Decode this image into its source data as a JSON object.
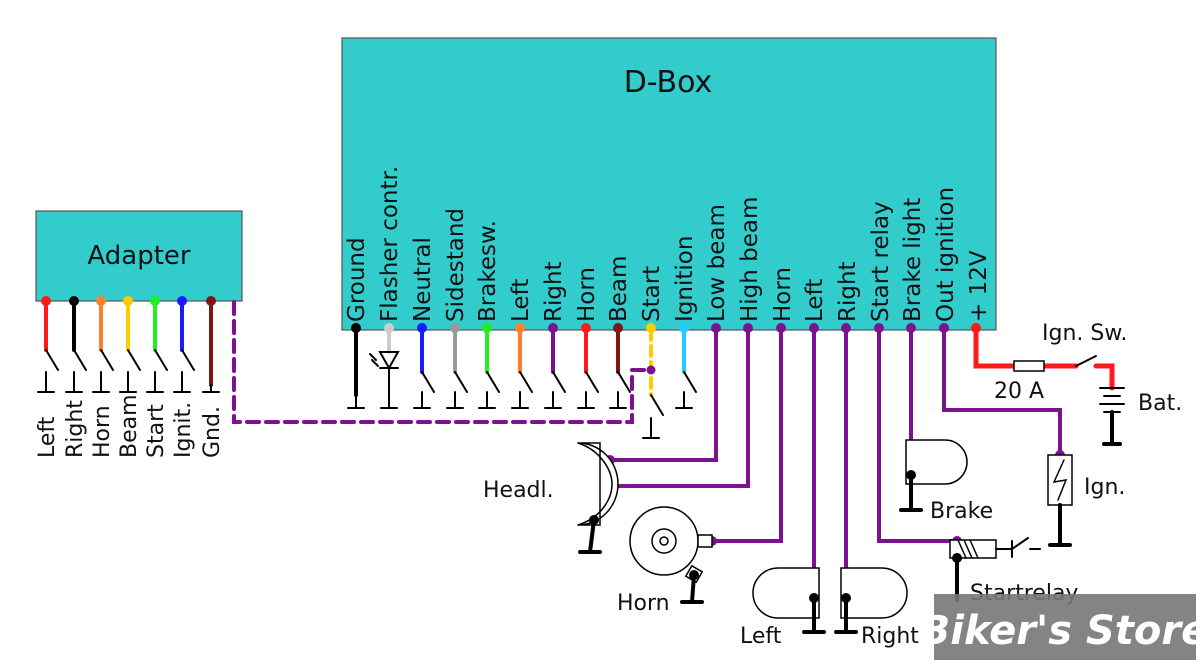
{
  "colors": {
    "box": "#33cccc",
    "purple": "#7b138f",
    "red": "#ff1a1a",
    "black": "#000000",
    "orange": "#ff7f2a",
    "yellow": "#ffcc00",
    "green": "#22ee22",
    "blue": "#1a1aff",
    "maroon": "#801515",
    "grey": "#999999",
    "lightgrey": "#cccccc",
    "cyan": "#22ccff"
  },
  "dbox": {
    "title": "D-Box",
    "pins": [
      "Ground",
      "Flasher contr.",
      "Neutral",
      "Sidestand",
      "Brakesw.",
      "Left",
      "Right",
      "Horn",
      "Beam",
      "Start",
      "Ignition",
      "Low beam",
      "High beam",
      "Horn",
      "Left",
      "Right",
      "Start relay",
      "Brake light",
      "Out ignition",
      "+ 12V"
    ]
  },
  "adapter": {
    "title": "Adapter",
    "pins": [
      "Left",
      "Right",
      "Horn",
      "Beam",
      "Start",
      "Ignit.",
      "Gnd."
    ]
  },
  "components": {
    "headlight": "Headl.",
    "horn": "Horn",
    "left": "Left",
    "right": "Right",
    "brake": "Brake",
    "startrelay": "Startrelay",
    "ign": "Ign.",
    "ign_sw": "Ign. Sw.",
    "fuse": "20 A",
    "battery": "Bat."
  },
  "watermark": "Biker's Store"
}
